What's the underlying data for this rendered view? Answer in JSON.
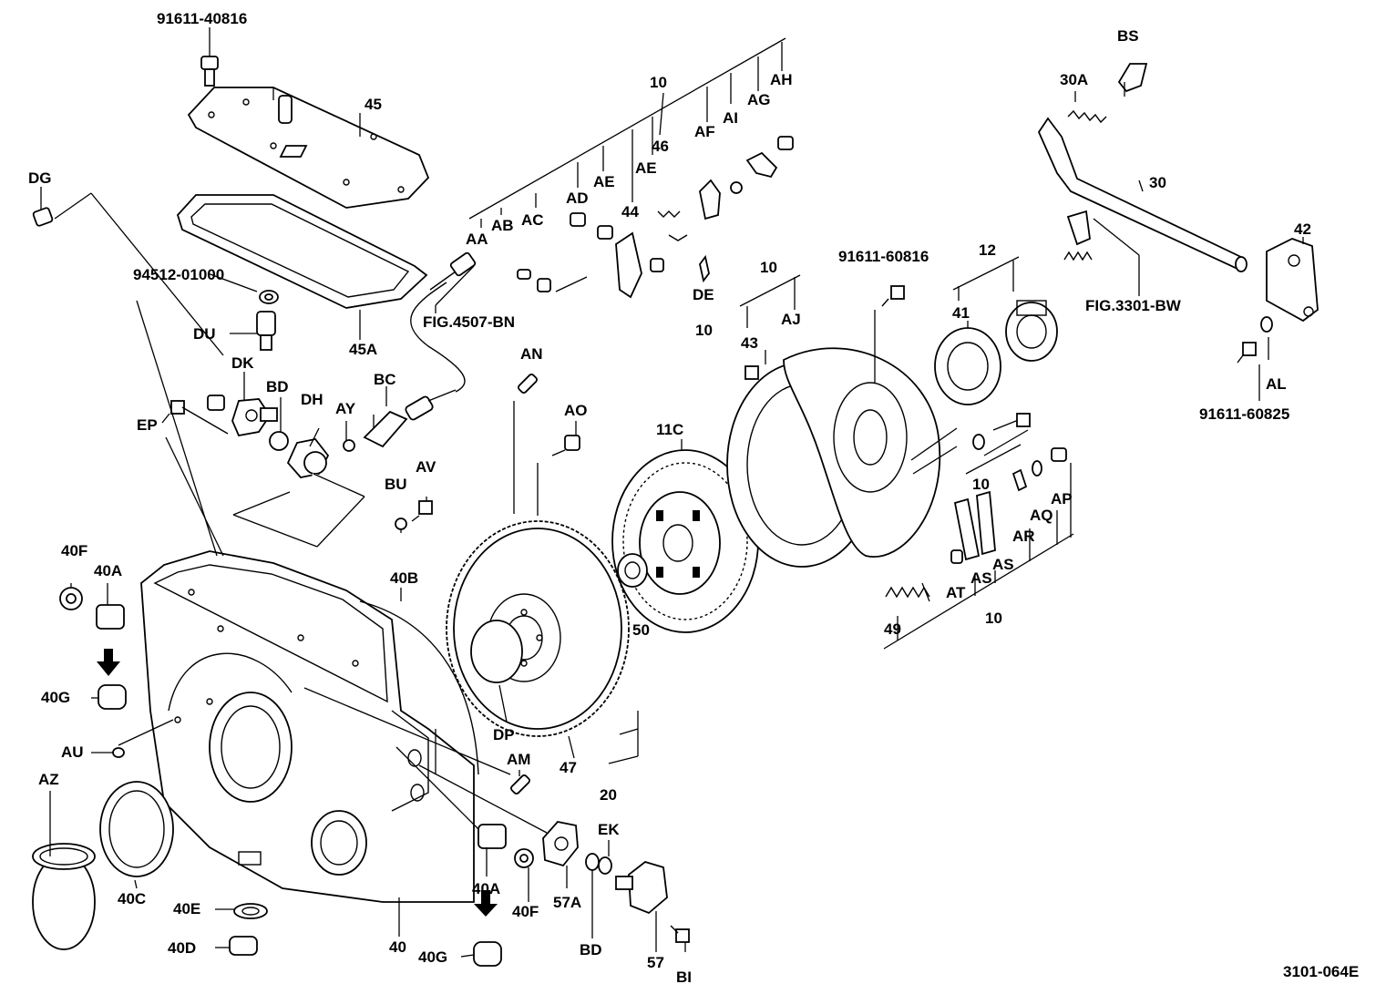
{
  "drawing_code": "3101-064E",
  "labels": {
    "bolt_top": "91611-40816",
    "cover_45": "45",
    "gasket_45a": "45A",
    "dg": "DG",
    "washer_94512": "94512-01000",
    "du": "DU",
    "dk": "DK",
    "bd_top": "BD",
    "dh": "DH",
    "ay": "AY",
    "bc": "BC",
    "ep": "EP",
    "fig4507": "FIG.4507-BN",
    "aa": "AA",
    "ab": "AB",
    "ac": "AC",
    "ad": "AD",
    "ae1": "AE",
    "ae2": "AE",
    "n44": "44",
    "n46": "46",
    "n10_top": "10",
    "af": "AF",
    "ai": "AI",
    "ag": "AG",
    "ah": "AH",
    "de": "DE",
    "n10_de": "10",
    "bs": "BS",
    "a30a": "30A",
    "n30": "30",
    "fig3301": "FIG.3301-BW",
    "n42": "42",
    "al": "AL",
    "bolt_60825": "91611-60825",
    "bolt_60816": "91611-60816",
    "n12": "12",
    "n41": "41",
    "n10_aj": "10",
    "n43": "43",
    "aj": "AJ",
    "an": "AN",
    "ao": "AO",
    "n11c": "11C",
    "bu": "BU",
    "av": "AV",
    "n40f_top": "40F",
    "n40a_top": "40A",
    "n40g_top": "40G",
    "n40b": "40B",
    "au": "AU",
    "az": "AZ",
    "n40c": "40C",
    "n40e": "40E",
    "n40d": "40D",
    "n40": "40",
    "n40g_bot": "40G",
    "n40a_bot": "40A",
    "n40f_bot": "40F",
    "n57a": "57A",
    "bd_bot": "BD",
    "ek": "EK",
    "n57": "57",
    "bi": "BI",
    "dp": "DP",
    "am": "AM",
    "n47": "47",
    "n20": "20",
    "n50": "50",
    "n49": "49",
    "at": "AT",
    "as1": "AS",
    "as2": "AS",
    "n10_bot": "10",
    "ar": "AR",
    "aq": "AQ",
    "ap": "AP",
    "n10_right": "10"
  },
  "icons": {
    "down_arrow_left": "down-arrow-icon",
    "down_arrow_bottom": "down-arrow-icon"
  }
}
